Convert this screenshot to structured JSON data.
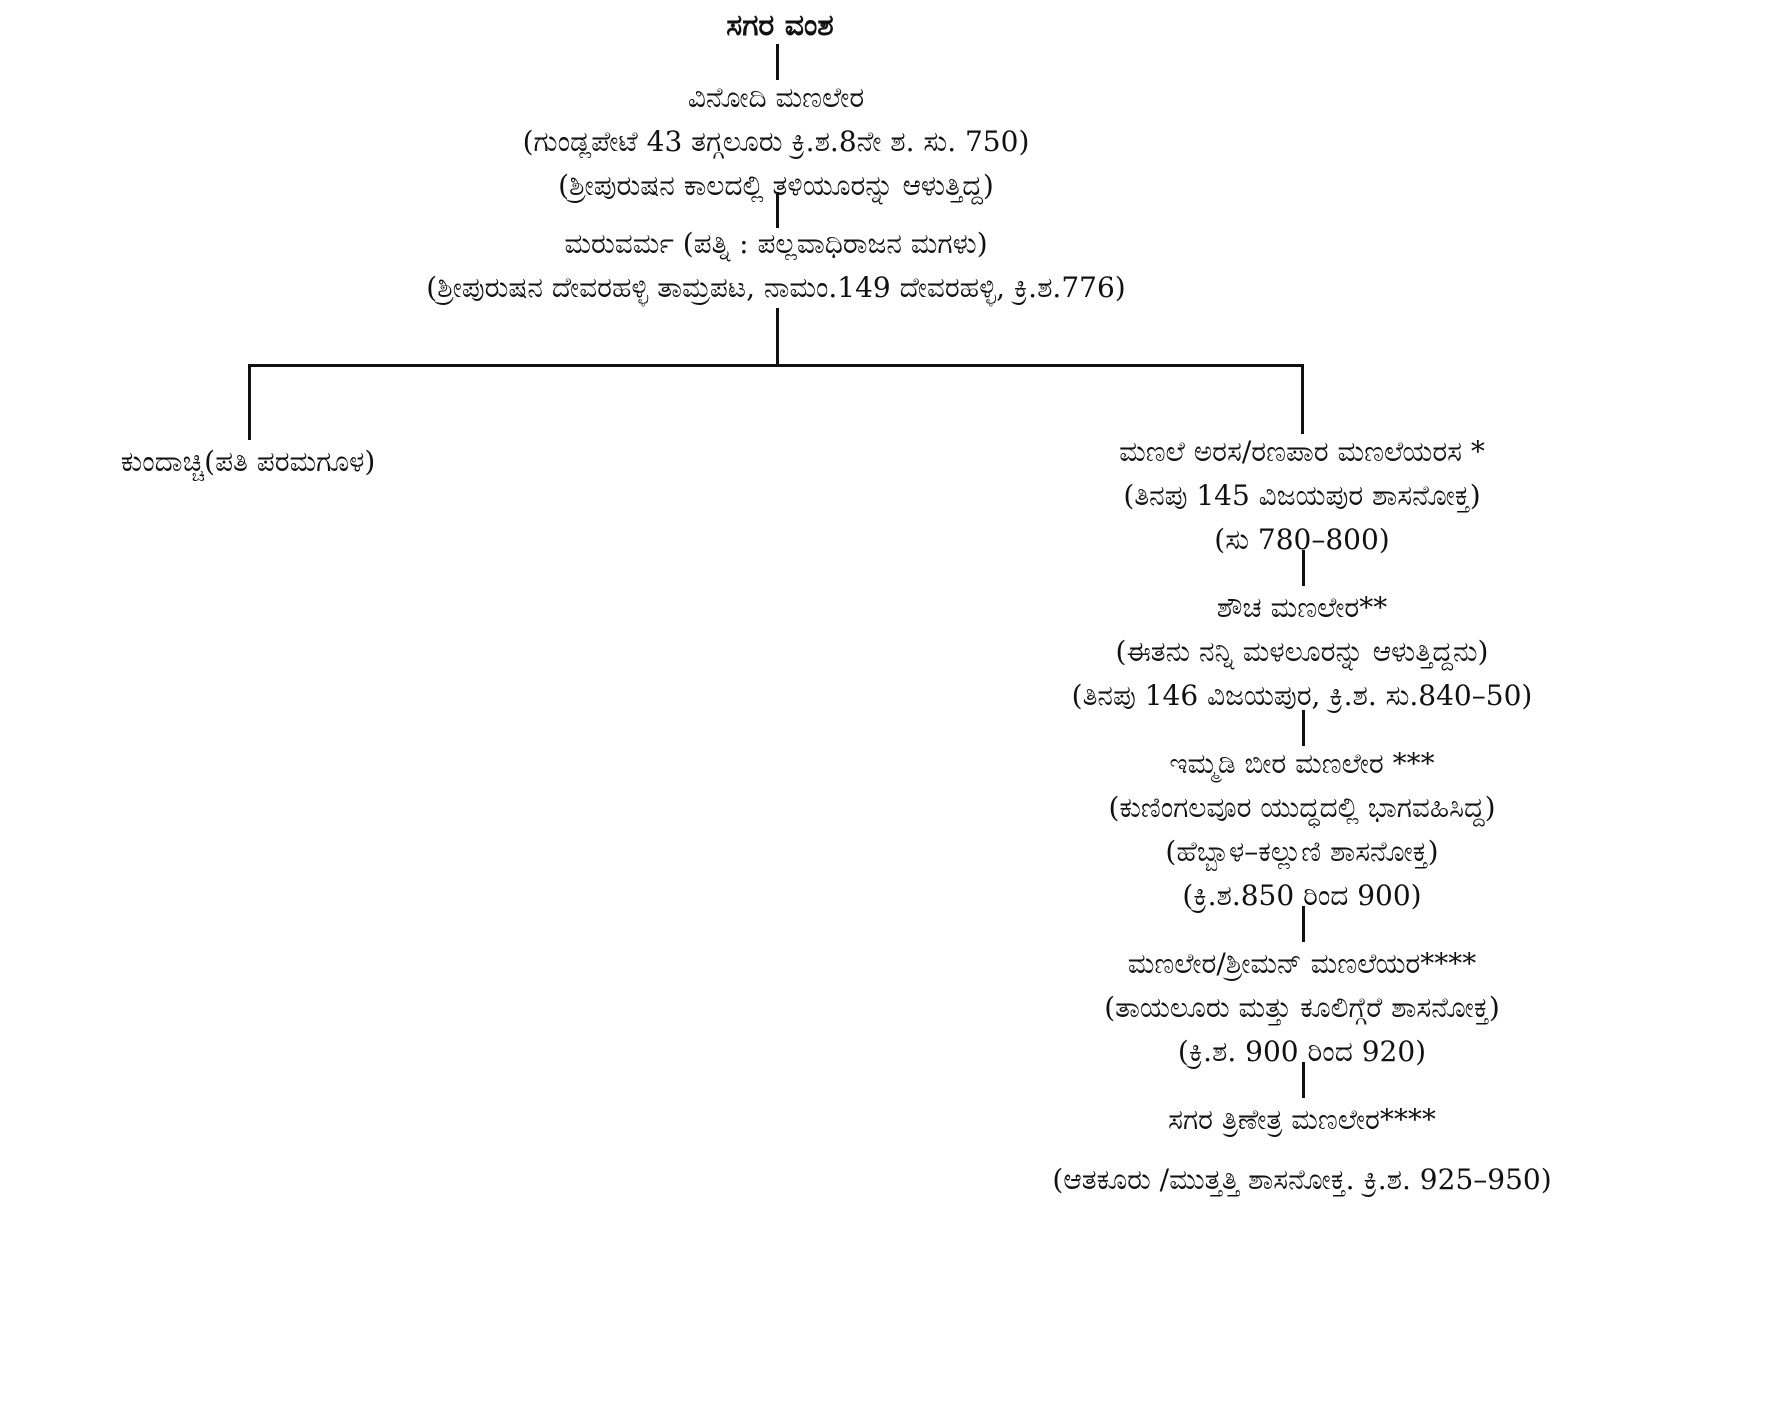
{
  "title": "ಸಗರ ವಂಶ",
  "nodes": {
    "vinodi": {
      "name": "ವಿನೋದಿ ಮಣಲೇರ",
      "line1": "(ಗುಂಡ್ಲಪೇಟೆ 43 ತಗ್ಗಲೂರು ಕ್ರಿ.ಶ.8ನೇ ಶ. ಸು. 750)",
      "line2": "(ಶ್ರೀಪುರುಷನ ಕಾಲದಲ್ಲಿ ತಳಿಯೂರನ್ನು ಆಳುತ್ತಿದ್ದ)"
    },
    "maruvarma": {
      "name": "ಮರುವರ್ಮ (ಪತ್ನಿ : ಪಲ್ಲವಾಧಿರಾಜನ ಮಗಳು)",
      "line1": "(ಶ್ರೀಪುರುಷನ ದೇವರಹಳ್ಳಿ ತಾಮ್ರಪಟ, ನಾಮಂ.149 ದೇವರಹಳ್ಳಿ, ಕ್ರಿ.ಶ.776)"
    },
    "kundachchi": {
      "name": "ಕುಂದಾಚ್ಚಿ(ಪತಿ ಪರಮಗೂಳ)"
    },
    "manale_arasa": {
      "name": "ಮಣಲೆ ಅರಸ/ರಣಪಾರ ಮಣಲೆಯರಸ *",
      "line1": "(ತಿನಪು 145 ವಿಜಯಪುರ ಶಾಸನೋಕ್ತ)",
      "line2": "(ಸು 780–800)"
    },
    "shaucha": {
      "name": "ಶೌಚ ಮಣಲೇರ**",
      "line1": "(ಈತನು ನನ್ನಿ ಮಳಲೂರನ್ನು ಆಳುತ್ತಿದ್ದನು)",
      "line2": "(ತಿನಪು 146 ವಿಜಯಪುರ, ಕ್ರಿ.ಶ. ಸು.840–50)"
    },
    "immadi": {
      "name": "ಇಮ್ಮಡಿ ಬೀರ ಮಣಲೇರ ***",
      "line1": "(ಕುಣಿಂಗಲವೂರ ಯುದ್ಧದಲ್ಲಿ ಭಾಗವಹಿಸಿದ್ದ)",
      "line2": "(ಹೆಬ್ಬಾಳ–ಕಲ್ಲುಣಿ ಶಾಸನೋಕ್ತ)",
      "line3": "(ಕ್ರಿ.ಶ.850 ರಿಂದ 900)"
    },
    "shriman": {
      "name": "ಮಣಲೇರ/ಶ್ರೀಮನ್ ಮಣಲೆಯರ****",
      "line1": "(ತಾಯಲೂರು ಮತ್ತು ಕೂಲಿಗ್ಗೆರೆ ಶಾಸನೋಕ್ತ)",
      "line2": "(ಕ್ರಿ.ಶ. 900 ರಿಂದ 920)"
    },
    "sagara_trinetra": {
      "name": "ಸಗರ ತ್ರಿಣೇತ್ರ ಮಣಲೇರ****",
      "line1": "(ಆತಕೂರು /ಮುತ್ತತ್ತಿ ಶಾಸನೋಕ್ತ. ಕ್ರಿ.ಶ. 925–950)"
    }
  }
}
